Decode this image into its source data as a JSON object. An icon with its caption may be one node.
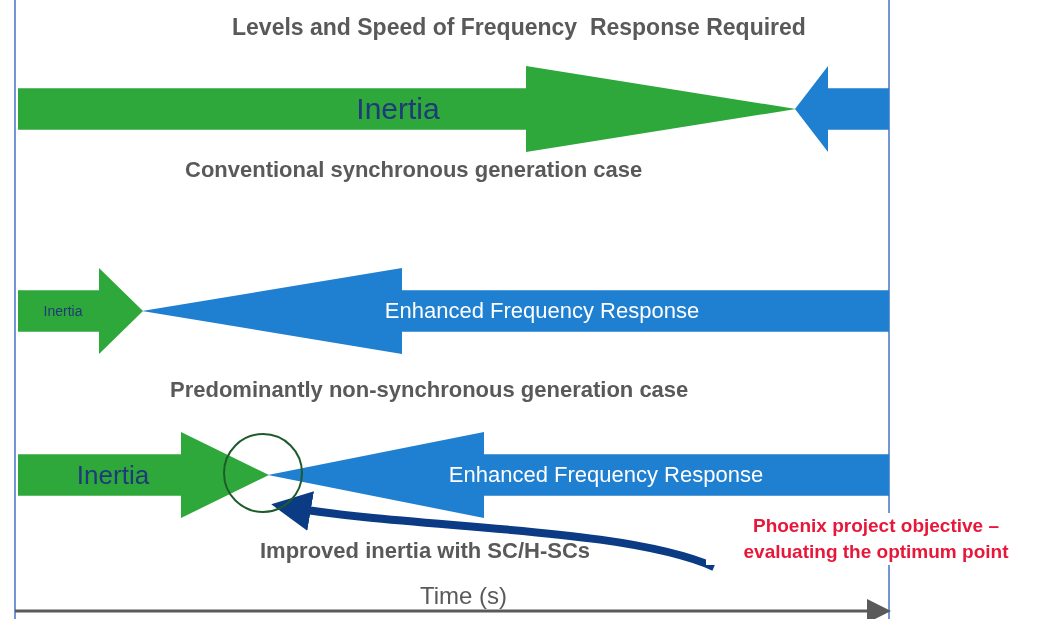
{
  "diagram": {
    "title": "Levels and Speed of Frequency  Response Required",
    "nodes": [
      {
        "text": [
          "Inertia"
        ]
      },
      {
        "text": [],
        "shape": "arrow"
      },
      {
        "text": [
          "Inertia"
        ]
      },
      {
        "text": [
          "Enhanced Frequency Response"
        ]
      },
      {
        "text": [
          "Inertia"
        ]
      },
      {
        "text": [
          "Enhanced Frequency Response"
        ]
      },
      {
        "text": [],
        "shape": "circle"
      },
      {
        "text": [
          "Phoenix project objective – evaluating the optimum point"
        ]
      }
    ],
    "edges": [
      {
        "from": 7,
        "to": 6,
        "arrow": "to"
      }
    ],
    "labels": [
      "Conventional synchronous generation case",
      "Predominantly non-synchronous generation case",
      "Improved inertia with SC/H-SCs",
      "Time (s)"
    ]
  }
}
